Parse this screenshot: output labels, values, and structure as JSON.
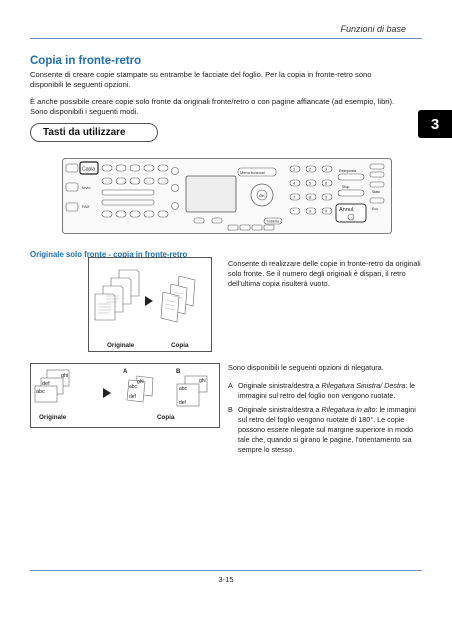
{
  "header": {
    "section": "Funzioni di base"
  },
  "section": {
    "title": "Copia in fronte-retro",
    "intro": "Consente di creare copie stampate su entrambe le facciate del foglio. Per la copia in fronte-retro sono disponibili le seguenti opzioni.",
    "intro2": "È anche possibile creare copie solo fronte da originali fronte/retro o con pagine affiancate (ad esempio, libri). Sono disponibili i seguenti modi."
  },
  "keys_label": "Tasti da utilizzare",
  "chapter_tab": "3",
  "panel": {
    "copy": "Copia",
    "send": "Invio",
    "fax": "FAX",
    "menu": "Menu funzioni",
    "ok": "OK",
    "reset": "Reimposta",
    "stop": "Stop",
    "cancel": "Annul.",
    "redial": "Indietro",
    "eco": "Eco",
    "status": "Stato"
  },
  "subsection1": {
    "title": "Originale solo fronte - copia in fronte-retro",
    "description": "Consente di realizzare delle copie in fronte-retro da originali solo fronte. Se il numero degli originali è dispari, il retro dell'ultima copia risulterà vuoto.",
    "caption_original": "Originale",
    "caption_copy": "Copia"
  },
  "subsection2": {
    "intro": "Sono disponibili le seguenti opzioni di rilegatura.",
    "caption_original": "Originale",
    "caption_copy": "Copia",
    "label_a": "A",
    "label_b": "B",
    "page_texts": {
      "ghi": "ghi",
      "def": "def",
      "abc": "abc"
    },
    "options": [
      {
        "key": "A",
        "pre": "Originale sinistra/destra a ",
        "em": "Rilegatura Sinistra/ Destra",
        "post": ": le immagini sul retro del foglio non vengono ruotate."
      },
      {
        "key": "B",
        "pre": "Originale sinistra/destra a ",
        "em": "Rilegatura in alto",
        "post": ": le immagini sul retro del foglio vengono ruotate di 180°. Le copie possono essere rilegate sul margine superiore in modo tale che, quando si girano le pagine, l'orientamento sia sempre lo stesso."
      }
    ]
  },
  "footer": {
    "page": "3-15"
  }
}
